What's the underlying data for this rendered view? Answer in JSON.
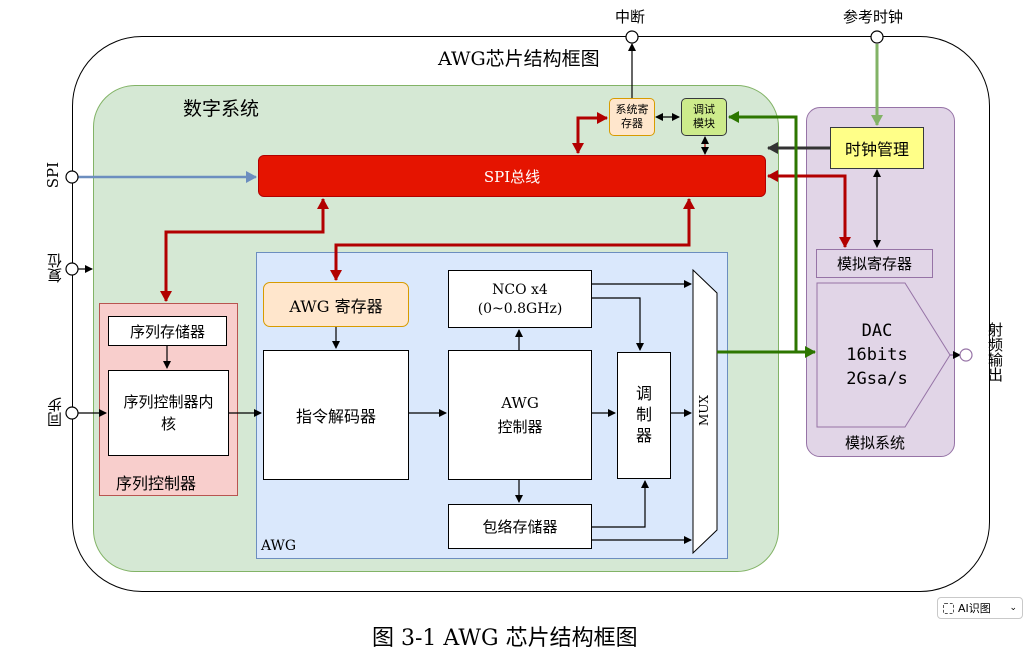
{
  "chip_title": "AWG芯片结构框图",
  "caption": "图 3-1 AWG 芯片结构框图",
  "ports": {
    "interrupt": "中断",
    "ref_clock": "参考时钟",
    "spi": "SPI",
    "reset": "复位",
    "sync": "同步",
    "rf_out": "射频输出"
  },
  "digital": {
    "title": "数字系统",
    "sys_reg": "系统寄存器",
    "debug": "调试模块",
    "spi_bus": "SPI总线",
    "seq_ctrl": {
      "title": "序列控制器",
      "memory": "序列存储器",
      "core": "序列控制器内核"
    },
    "awg": {
      "label": "AWG",
      "reg": "AWG 寄存器",
      "decoder": "指令解码器",
      "nco_line1": "NCO x4",
      "nco_line2": "(0~0.8GHz)",
      "controller_line1": "AWG",
      "controller_line2": "控制器",
      "modulator": "调制器",
      "envelope": "包络存储器",
      "mux": "MUX"
    }
  },
  "analog": {
    "title": "模拟系统",
    "clock_mgmt": "时钟管理",
    "analog_reg": "模拟寄存器",
    "dac_line1": "DAC",
    "dac_line2": "16bits",
    "dac_line3": "2Gsa/s"
  },
  "colors": {
    "digital_fill": "#d5e8d4",
    "digital_stroke": "#82b366",
    "awg_fill": "#dae8fc",
    "awg_stroke": "#6c8ebf",
    "analog_fill": "#e1d5e7",
    "analog_stroke": "#9673a6",
    "seq_fill": "#f8cecc",
    "seq_stroke": "#b85450",
    "spi_fill": "#e51400",
    "reg_fill": "#ffe6cc",
    "reg_stroke": "#d79b00",
    "clock_fill": "#ffff88",
    "debug_fill": "#cdeb8b",
    "red_wire": "#b20000",
    "green_wire": "#2d7600",
    "blue_wire": "#6c8ebf",
    "light_green_wire": "#82b366"
  },
  "ai_button": "AI识图"
}
